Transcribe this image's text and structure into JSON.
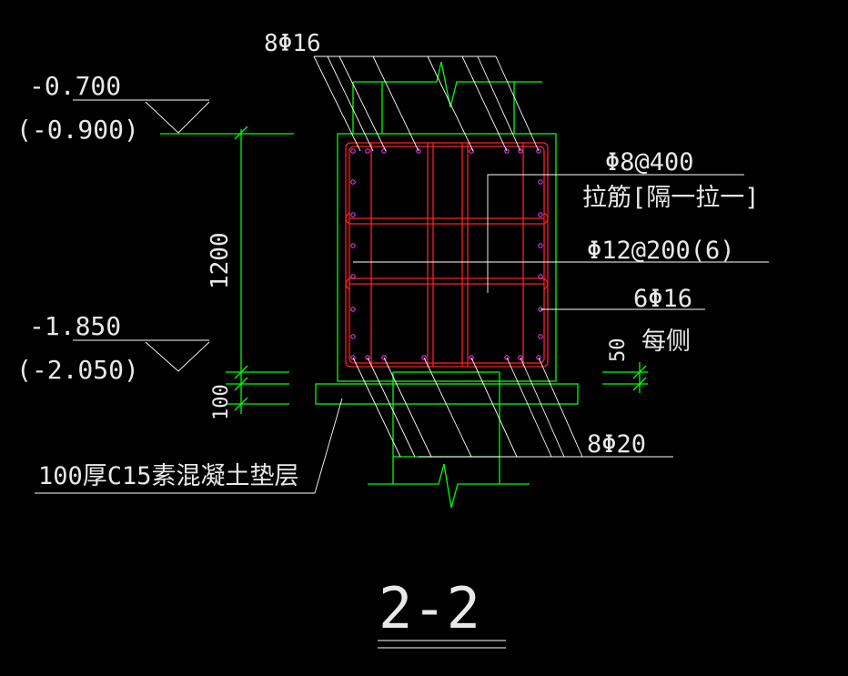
{
  "drawing": {
    "section_title": "2-2",
    "top_rebar": "8Φ16",
    "stirrup_tie": "Φ8@400",
    "tie_note": "拉筋[隔一拉一]",
    "stirrup_main": "Φ12@200(6)",
    "side_rebar": "6Φ16",
    "side_rebar_note": "每侧",
    "bottom_rebar": "8Φ20",
    "cover_dim": "50",
    "height_dim": "1200",
    "pad_dim": "100",
    "pad_note": "100厚C15素混凝土垫层",
    "elev_top": "-0.700",
    "elev_top_alt": "(-0.900)",
    "elev_bottom": "-1.850",
    "elev_bottom_alt": "(-2.050)"
  },
  "colors": {
    "background": "#000000",
    "concrete": "#00ff00",
    "rebar": "#ff2020",
    "rebar_dot": "#ff40ff",
    "leader": "#ffffff",
    "text": "#e8e8e8"
  }
}
